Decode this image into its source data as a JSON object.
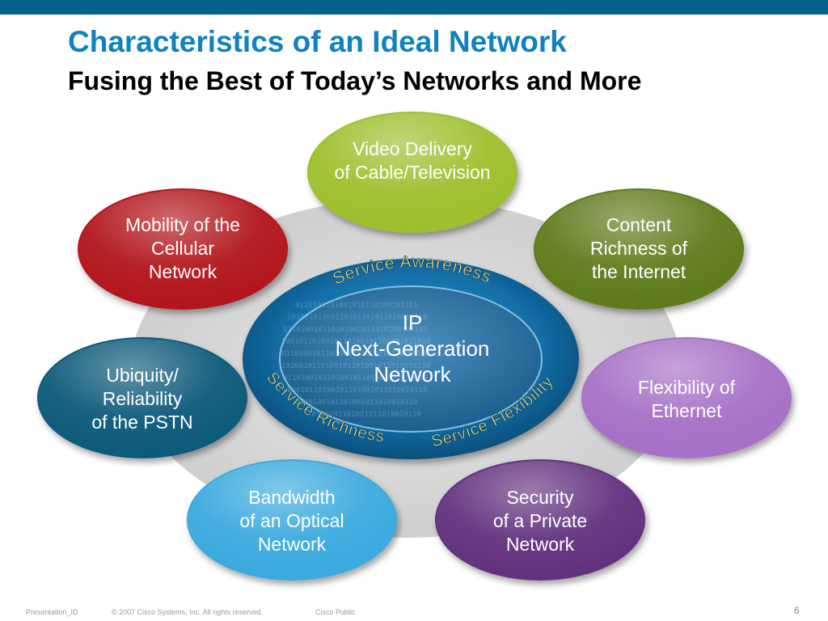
{
  "slide": {
    "title": "Characteristics of an Ideal Network",
    "subtitle": "Fusing the Best of Today’s Networks and More",
    "page_number": "6"
  },
  "footer": {
    "presentation_id": "Presentation_ID",
    "copyright": "© 2007 Cisco Systems, Inc. All rights reserved.",
    "classification": "Cisco Public"
  },
  "center": {
    "lines": [
      "IP",
      "Next-Generation",
      "Network"
    ],
    "ring_labels": {
      "top": "Service Awareness",
      "bottom_left": "Service Richness",
      "bottom_right": "Service Flexibility"
    }
  },
  "nodes": [
    {
      "id": "video",
      "lines": [
        "Video Delivery",
        "of Cable/Television"
      ],
      "color": "#9dc02e"
    },
    {
      "id": "content",
      "lines": [
        "Content",
        "Richness of",
        "the Internet"
      ],
      "color": "#5e7b1c"
    },
    {
      "id": "flex",
      "lines": [
        "Flexibility of",
        "Ethernet"
      ],
      "color": "#a671c6"
    },
    {
      "id": "security",
      "lines": [
        "Security",
        "of a Private",
        "Network"
      ],
      "color": "#63307f"
    },
    {
      "id": "bandwidth",
      "lines": [
        "Bandwidth",
        "of an Optical",
        "Network"
      ],
      "color": "#3aaade"
    },
    {
      "id": "ubiquity",
      "lines": [
        "Ubiquity/",
        "Reliability",
        "of the PSTN"
      ],
      "color": "#0c5a7a"
    },
    {
      "id": "mobility",
      "lines": [
        "Mobility of the",
        "Cellular",
        "Network"
      ],
      "color": "#b2181f"
    }
  ]
}
